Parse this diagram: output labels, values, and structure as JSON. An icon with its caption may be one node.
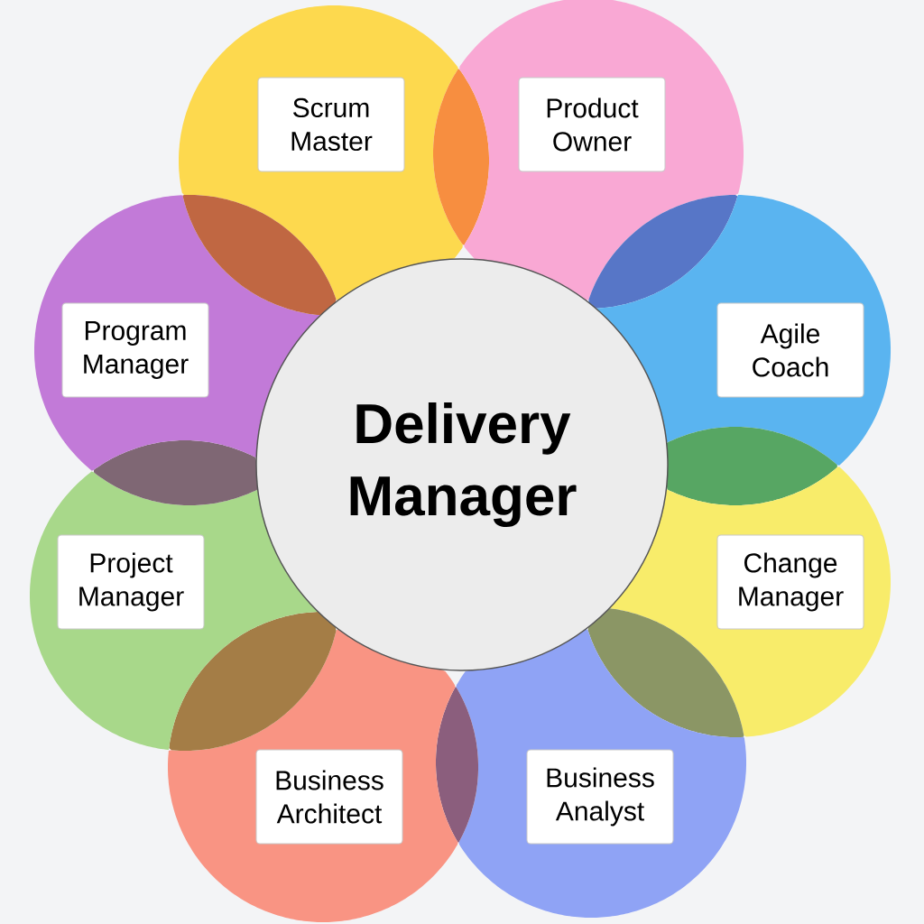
{
  "diagram": {
    "nodes": [
      {
        "text": [
          "Delivery Manager"
        ]
      },
      {
        "text": [
          "Scrum Master"
        ]
      },
      {
        "text": [
          "Product Owner"
        ]
      },
      {
        "text": [
          "Agile Coach"
        ]
      },
      {
        "text": [
          "Change Manager"
        ]
      },
      {
        "text": [
          "Business Analyst"
        ]
      },
      {
        "text": [
          "Business Architect"
        ]
      },
      {
        "text": [
          "Project Manager"
        ]
      },
      {
        "text": [
          "Program Manager"
        ]
      }
    ]
  }
}
